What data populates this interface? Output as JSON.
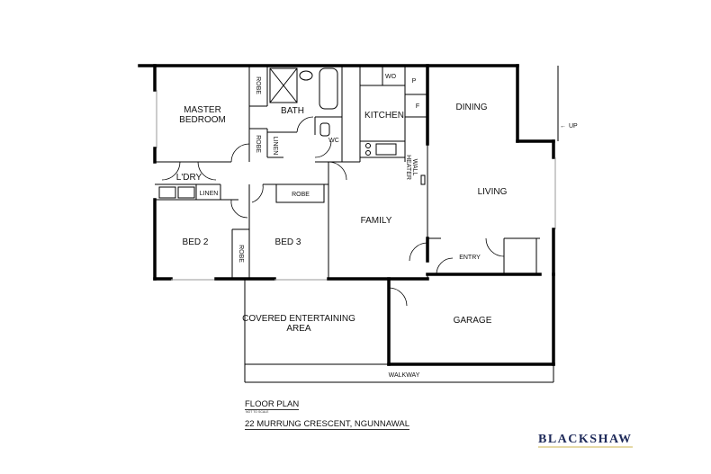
{
  "rooms": {
    "master_line1": "MASTER",
    "master_line2": "BEDROOM",
    "bath": "BATH",
    "kitchen": "KITCHEN",
    "dining": "DINING",
    "living": "LIVING",
    "family": "FAMILY",
    "bed2": "BED 2",
    "bed3": "BED 3",
    "entry": "ENTRY",
    "garage": "GARAGE",
    "covered_line1": "COVERED ENTERTAINING",
    "covered_line2": "AREA",
    "walkway": "WALKWAY",
    "laundry": "L'DRY"
  },
  "fixtures": {
    "robe_master_top": "ROBE",
    "robe_master_side": "ROBE",
    "linen_hall": "LINEN",
    "linen_laundry": "LINEN",
    "robe_bed3": "ROBE",
    "robe_bed2": "ROBE",
    "wc": "WC",
    "wo": "WO",
    "pantry": "P",
    "fridge": "F",
    "wall_heater_line1": "WALL",
    "wall_heater_line2": "HEATER",
    "up": "UP"
  },
  "caption": {
    "title": "FLOOR PLAN",
    "scale_note": "NOT TO SCALE",
    "address": "22 MURRUNG CRESCENT, NGUNNAWAL"
  },
  "brand": {
    "logo": "BLACKSHAW",
    "color": "#1f2b5a",
    "underline_color": "#e6d9a6"
  }
}
